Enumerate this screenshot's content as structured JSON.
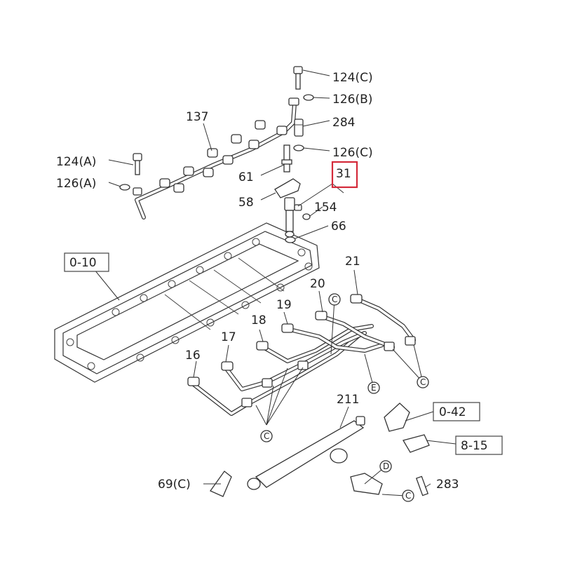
{
  "diagram": {
    "callouts": {
      "c124c": "124(C)",
      "c126b": "126(B)",
      "c284": "284",
      "c126c": "126(C)",
      "c137": "137",
      "c124a": "124(A)",
      "c126a": "126(A)",
      "c61": "61",
      "c58": "58",
      "c31": "31",
      "c154": "154",
      "c66": "66",
      "c21": "21",
      "c20": "20",
      "c19": "19",
      "c18": "18",
      "c17": "17",
      "c16": "16",
      "c211": "211",
      "c69c": "69(C)",
      "c283": "283"
    },
    "references": {
      "r010": "0-10",
      "r042": "0-42",
      "r815": "8-15"
    },
    "connectors": {
      "C": "C",
      "D": "D",
      "E": "E"
    },
    "highlight_color": "#d42a3a"
  }
}
